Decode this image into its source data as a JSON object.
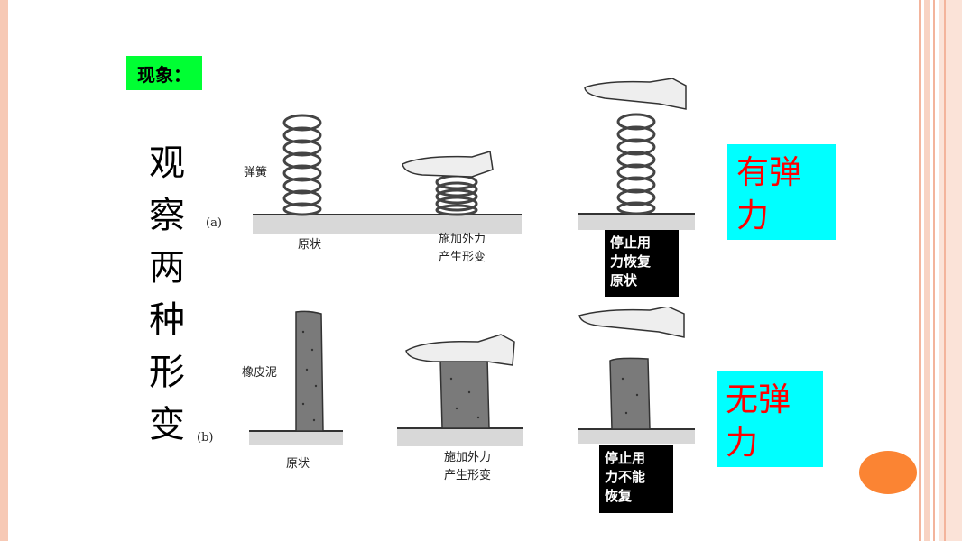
{
  "badge": "现象：",
  "title_chars": [
    "观",
    "察",
    "两",
    "种",
    "形",
    "变"
  ],
  "row_a": {
    "marker": "(a)",
    "spring_label": "弹簧",
    "cap1": "原状",
    "cap2_line1": "施加外力",
    "cap2_line2": "产生形变",
    "note": [
      "停止用",
      "力恢复",
      "原状"
    ]
  },
  "row_b": {
    "marker": "(b)",
    "clay_label": "橡皮泥",
    "cap1": "原状",
    "cap2_line1": "施加外力",
    "cap2_line2": "产生形变",
    "note": [
      "停止用",
      "力不能",
      "恢复"
    ]
  },
  "elastic": [
    "有弹",
    "力"
  ],
  "inelastic": [
    "无弹",
    "力"
  ],
  "colors": {
    "badge_bg": "#00ff33",
    "box_bg": "#00ffff",
    "box_text": "#ff0000",
    "circle": "#fb8433"
  }
}
